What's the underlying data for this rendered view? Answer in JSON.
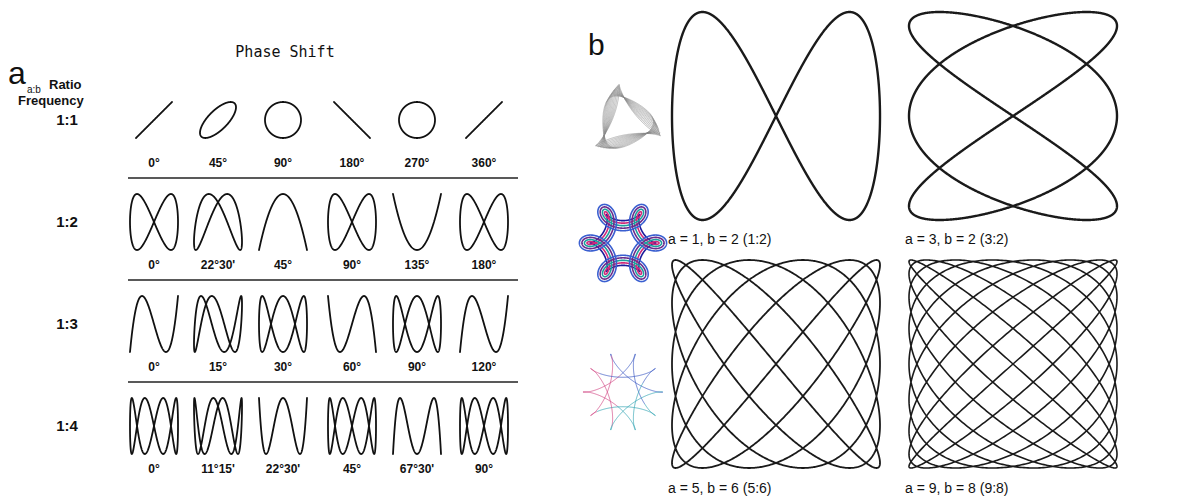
{
  "diagram": {
    "labels": [
      "a",
      "a:b",
      "Ratio",
      "Frequency",
      "Phase Shift",
      "1:1",
      "1:2",
      "1:3",
      "1:4",
      "0°",
      "45°",
      "90°",
      "180°",
      "270°",
      "360°",
      "0°",
      "22°30'",
      "45°",
      "90°",
      "135°",
      "180°",
      "0°",
      "15°",
      "30°",
      "60°",
      "90°",
      "120°",
      "0°",
      "11°15'",
      "22°30'",
      "45°",
      "67°30'",
      "90°",
      "b",
      "a = 1, b = 2 (1:2)",
      "a = 3, b = 2 (3:2)",
      "a = 5, b = 6 (5:6)",
      "a = 9, b = 8 (9:8)"
    ]
  }
}
